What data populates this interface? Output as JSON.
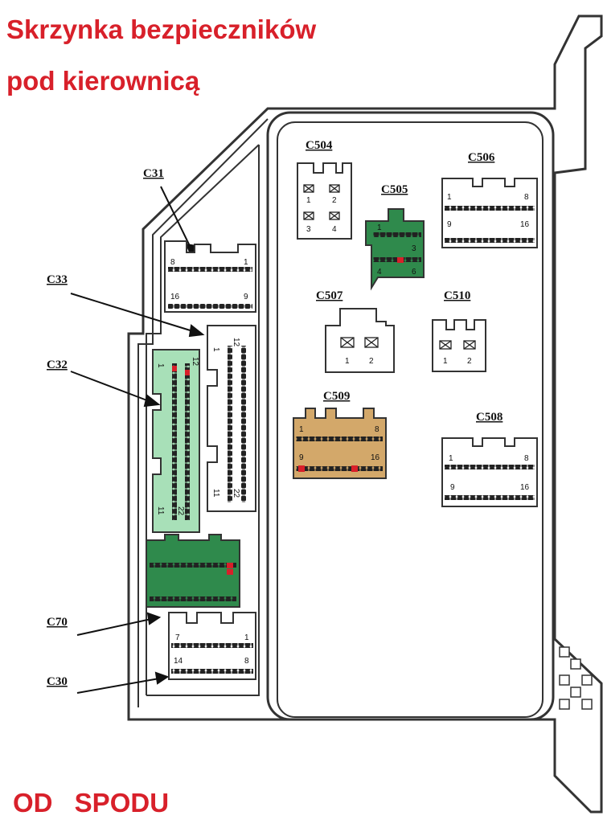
{
  "title": {
    "line1": "Skrzynka bezpieczników",
    "line2": "pod kierownicą"
  },
  "footer": {
    "left": "OD",
    "right": "SPODU"
  },
  "colors": {
    "title": "#d8202a",
    "green_light": "#a8e0b8",
    "green_dark": "#2f8a4c",
    "tan": "#d3a86a",
    "pin_red": "#d8202a"
  },
  "connectors": {
    "C31": {
      "label": "C31",
      "pins": [
        "8",
        "1",
        "16",
        "9"
      ]
    },
    "C33": {
      "label": "C33",
      "pins": [
        "1",
        "12",
        "11",
        "22"
      ]
    },
    "C32": {
      "label": "C32",
      "pins": [
        "1",
        "12",
        "11",
        "22"
      ]
    },
    "C70": {
      "label": "C70",
      "pins": [
        "7",
        "1",
        "14",
        "8"
      ]
    },
    "C30": {
      "label": "C30",
      "pins": []
    },
    "C504": {
      "label": "C504",
      "pins": [
        "1",
        "2",
        "3",
        "4"
      ]
    },
    "C505": {
      "label": "C505",
      "pins": [
        "1",
        "3",
        "4",
        "6"
      ]
    },
    "C506": {
      "label": "C506",
      "pins": [
        "1",
        "8",
        "9",
        "16"
      ]
    },
    "C507": {
      "label": "C507",
      "pins": [
        "1",
        "2"
      ]
    },
    "C510": {
      "label": "C510",
      "pins": [
        "1",
        "2"
      ]
    },
    "C509": {
      "label": "C509",
      "pins": [
        "1",
        "8",
        "9",
        "16"
      ]
    },
    "C508": {
      "label": "C508",
      "pins": [
        "1",
        "8",
        "9",
        "16"
      ]
    }
  }
}
